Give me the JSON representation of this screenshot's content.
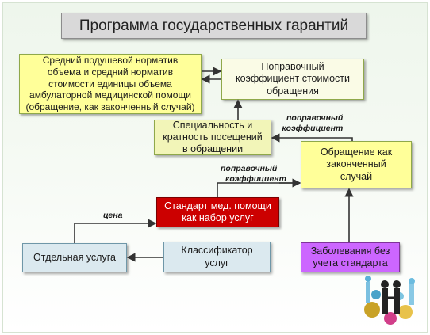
{
  "title": "Программа государственных гарантий",
  "boxes": {
    "normative": "Средний подушевой норматив объема и средний норматив стоимости единицы объема амбулаторной медицинской помощи (обращение, как законченный случай)",
    "correction_coefficient": "Поправочный коэффициент стоимости обращения",
    "specialty": "Специальность и кратность посещений в обращении",
    "completed_case": "Обращение как законченный случай",
    "standard": "Стандарт мед. помощи как набор услуг",
    "single_service": "Отдельная услуга",
    "classifier": "Классификатор услуг",
    "diseases": "Заболевания без учета стандарта"
  },
  "labels": {
    "coef_upper_1": "поправочный",
    "coef_upper_2": "коэффициент",
    "coef_lower_1": "поправочный",
    "coef_lower_2": "коэффициент",
    "price": "цена"
  },
  "colors": {
    "title_bg": "#d9d9d9",
    "yellow": "#ffff99",
    "red": "#cc0000",
    "blue": "#dbe9ef",
    "purple": "#cc66ff",
    "arrow": "#333333"
  },
  "decoration": {
    "icon": "business-people-gears-icon"
  }
}
